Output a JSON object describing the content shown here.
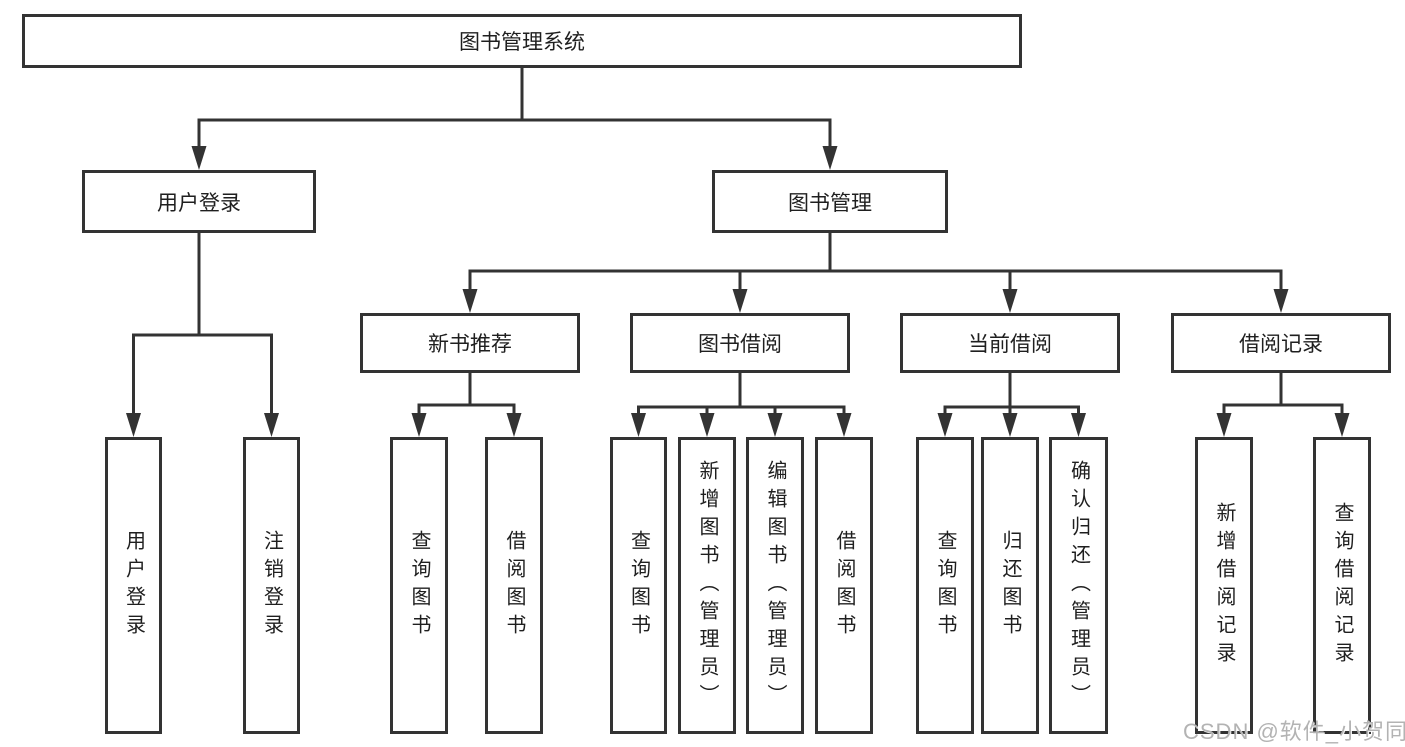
{
  "nodes": {
    "root": "图书管理系统",
    "user_login": "用户登录",
    "book_mgmt": "图书管理",
    "new_book": "新书推荐",
    "book_borrow": "图书借阅",
    "current_borrow": "当前借阅",
    "borrow_record": "借阅记录",
    "ul_login": "用户登录",
    "ul_logout": "注销登录",
    "nb_query": "查询图书",
    "nb_borrow": "借阅图书",
    "bb_query": "查询图书",
    "bb_add": "新增图书（管理员）",
    "bb_edit": "编辑图书（管理员）",
    "bb_borrow": "借阅图书",
    "cb_query": "查询图书",
    "cb_return": "归还图书",
    "cb_confirm": "确认归还（管理员）",
    "br_add": "新增借阅记录",
    "br_query": "查询借阅记录"
  },
  "hierarchy": {
    "图书管理系统": {
      "用户登录": [
        "用户登录",
        "注销登录"
      ],
      "图书管理": {
        "新书推荐": [
          "查询图书",
          "借阅图书"
        ],
        "图书借阅": [
          "查询图书",
          "新增图书（管理员）",
          "编辑图书（管理员）",
          "借阅图书"
        ],
        "当前借阅": [
          "查询图书",
          "归还图书",
          "确认归还（管理员）"
        ],
        "借阅记录": [
          "新增借阅记录",
          "查询借阅记录"
        ]
      }
    }
  },
  "watermark": "CSDN @软件_小贺同学",
  "colors": {
    "line": "#333333",
    "text": "#1f1f1f",
    "watermark": "#b3b3b3",
    "background": "#ffffff"
  }
}
